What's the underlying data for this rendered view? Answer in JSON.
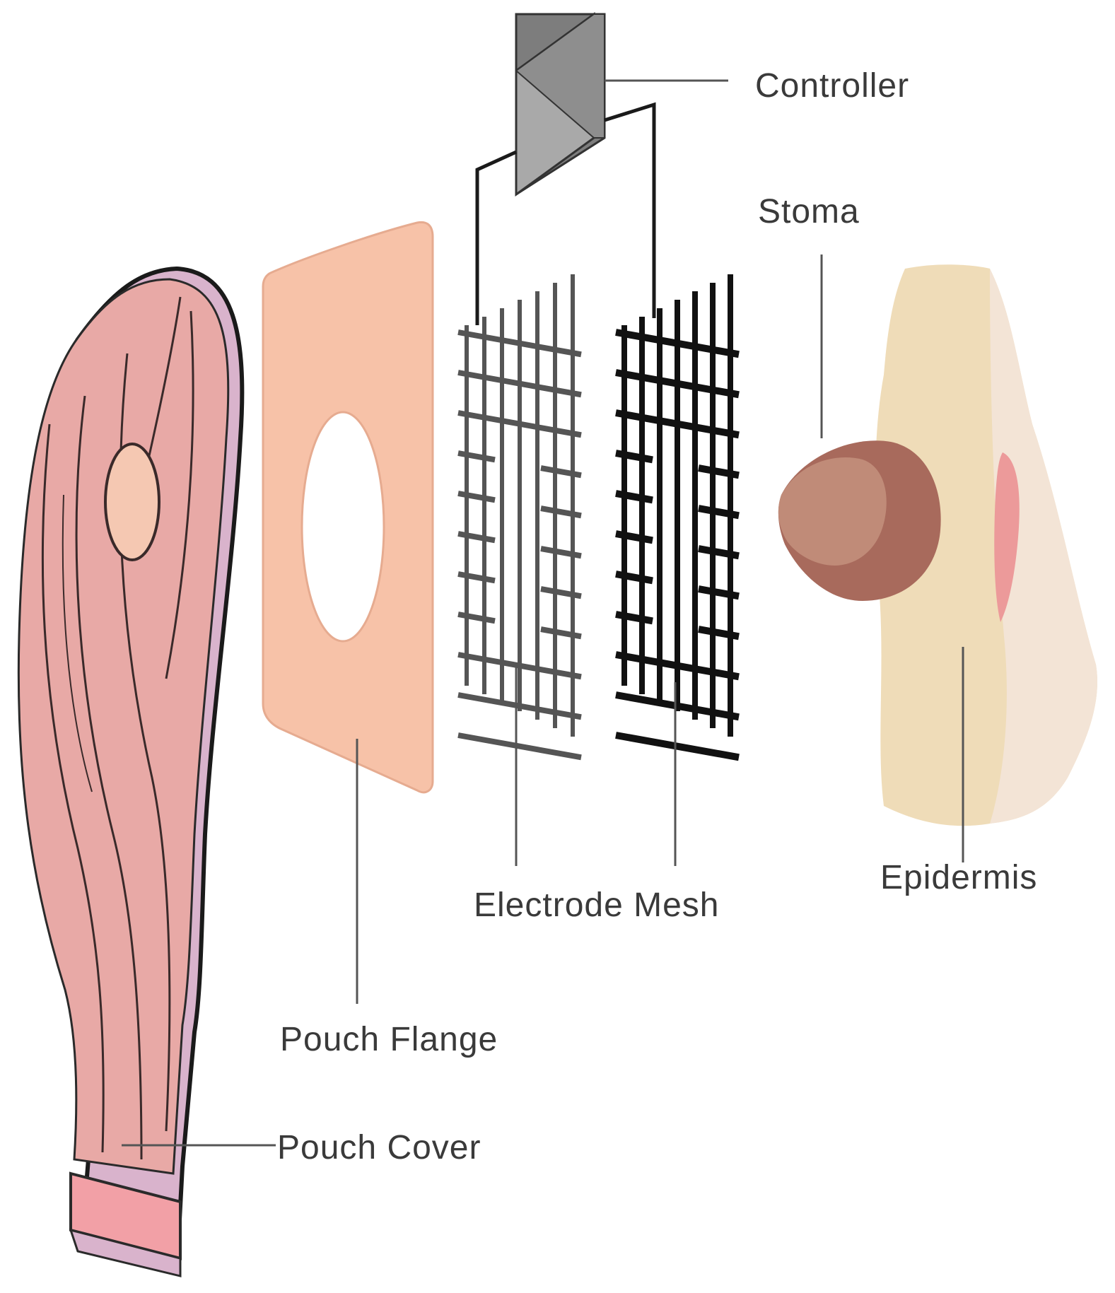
{
  "labels": {
    "controller": "Controller",
    "stoma": "Stoma",
    "electrode_mesh": "Electrode Mesh",
    "epidermis": "Epidermis",
    "pouch_flange": "Pouch Flange",
    "pouch_cover": "Pouch Cover"
  },
  "colors": {
    "pouch_fill": "#e8a9a6",
    "pouch_edge": "#d9b3cc",
    "flange_fill": "#f7c2a8",
    "controller_fill": "#a9a9a9",
    "mesh_left": "#555555",
    "mesh_right": "#111111",
    "skin_fill": "#efdcb8",
    "stoma_fill": "#a86a5c",
    "leader_line": "#555555",
    "text": "#3a3a3a"
  }
}
